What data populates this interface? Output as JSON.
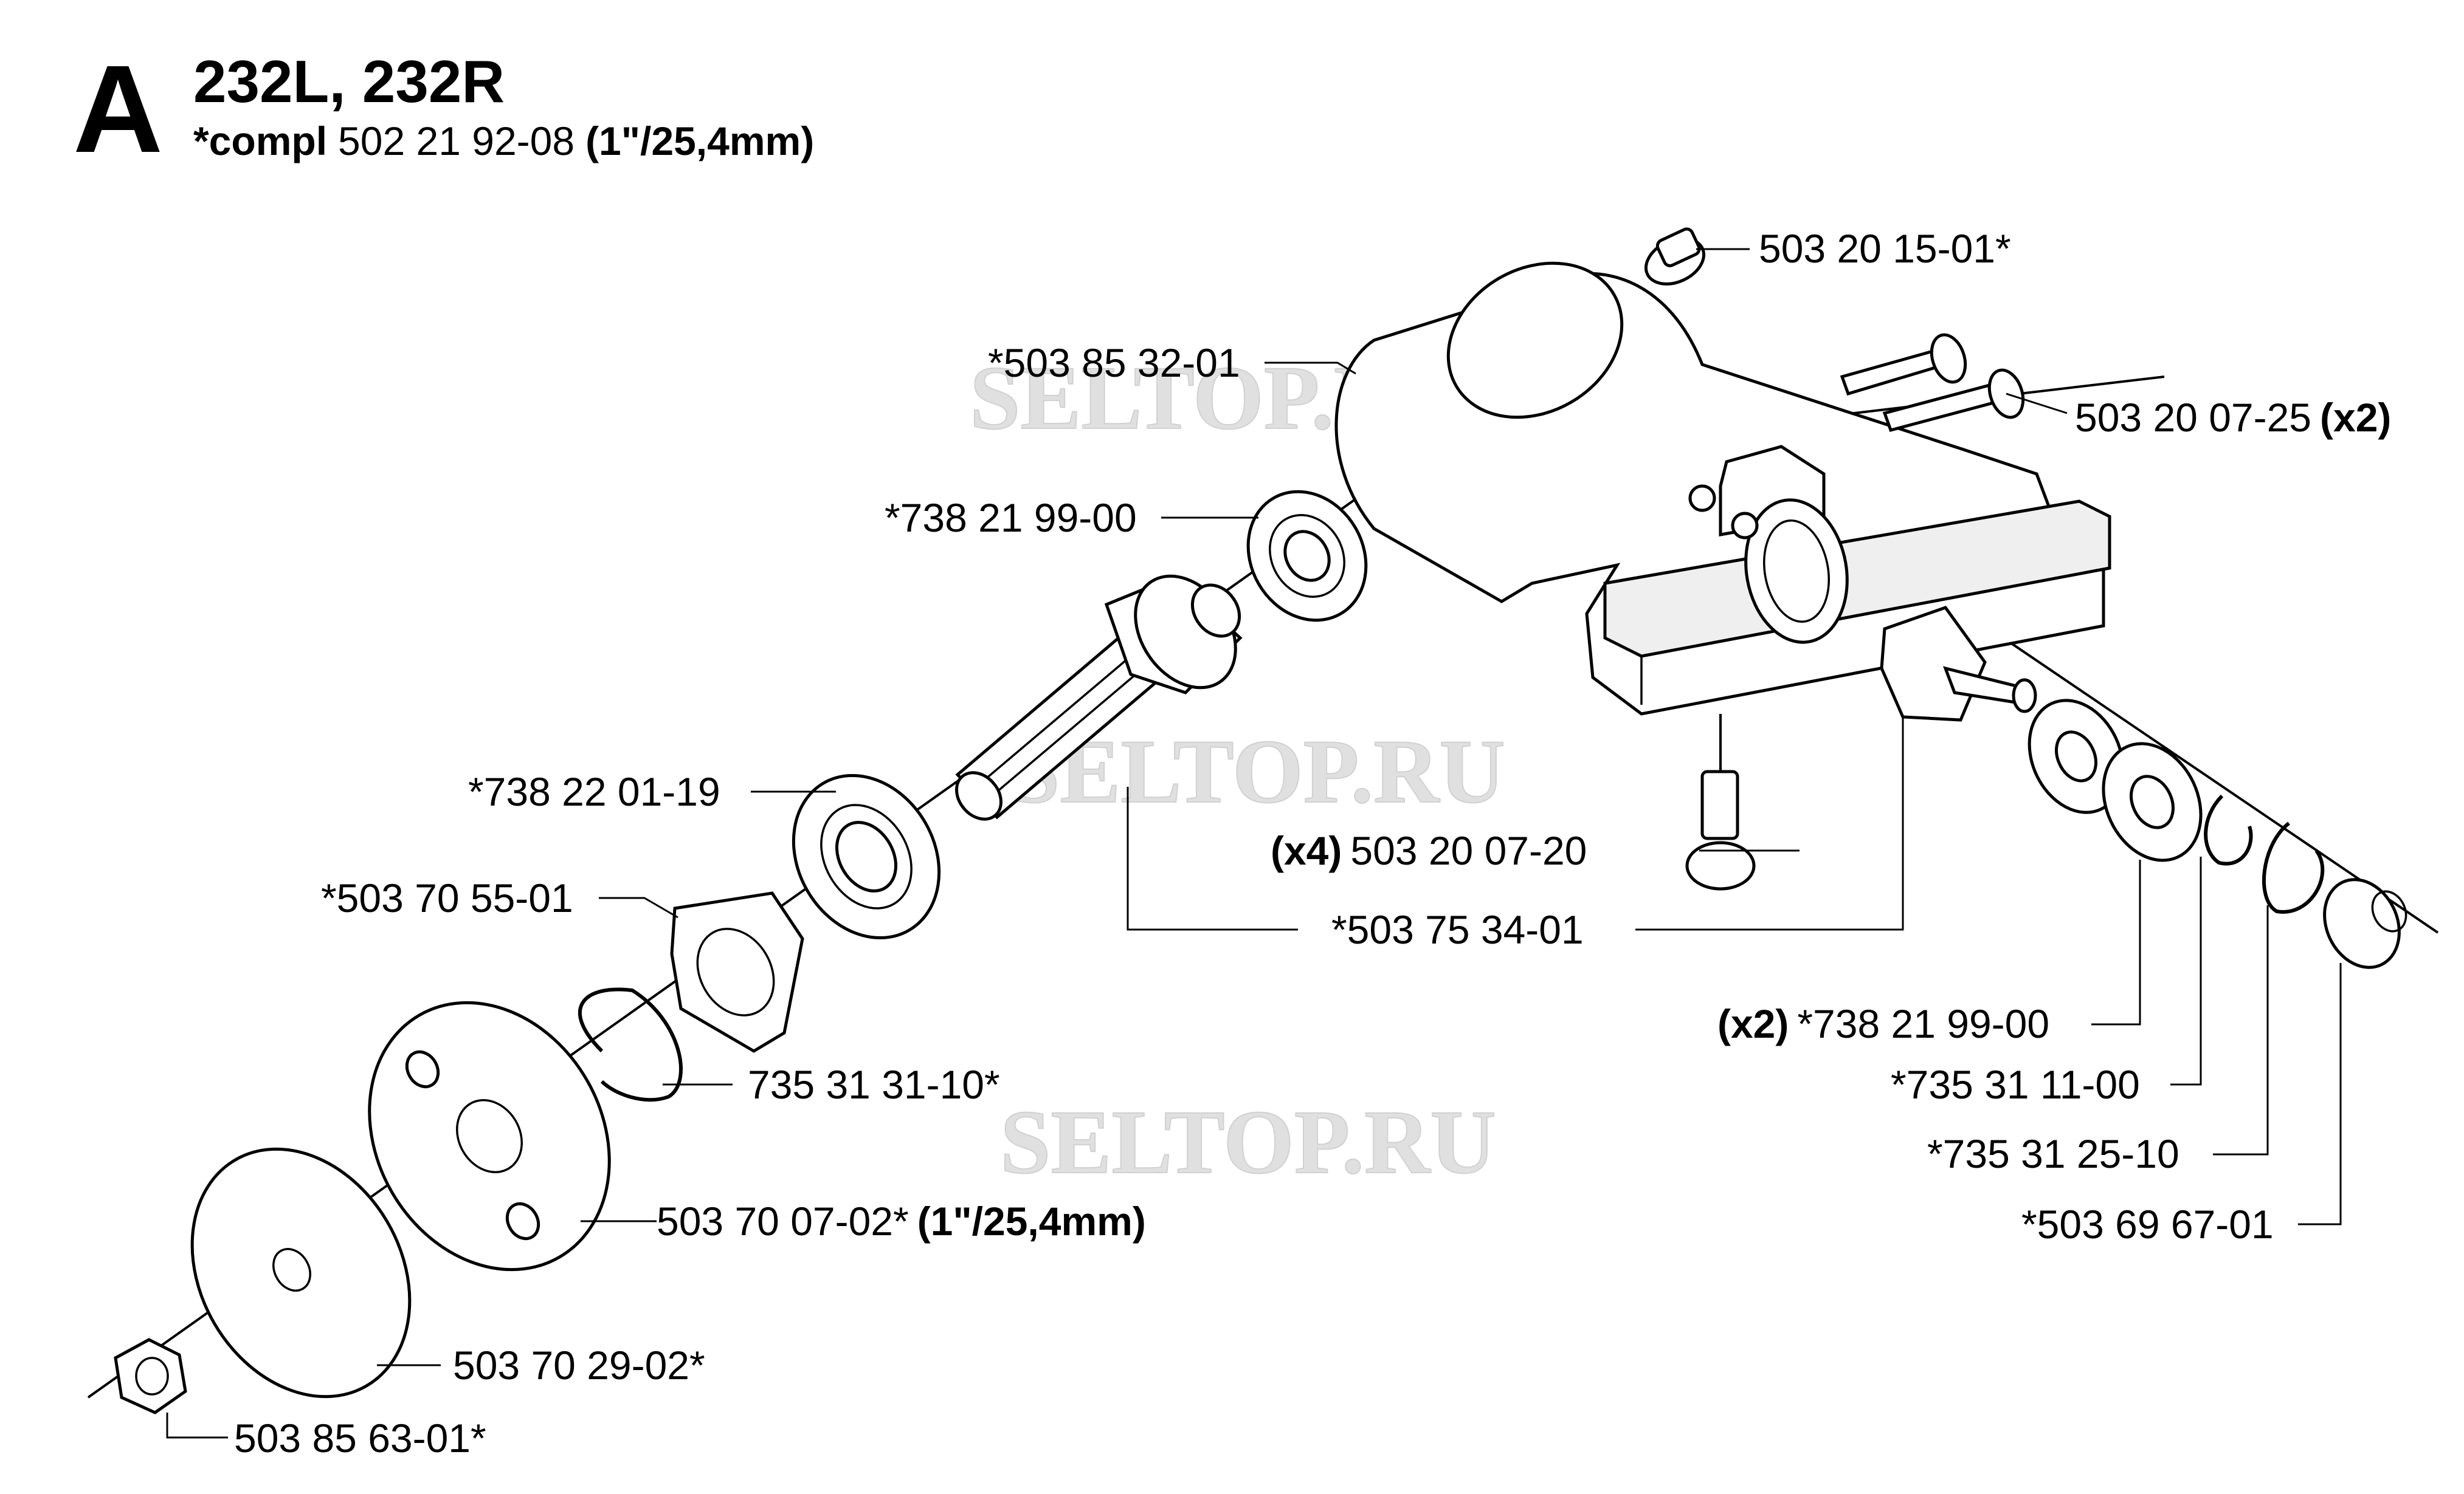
{
  "header": {
    "section_letter": "A",
    "models": "232L, 232R",
    "compl_prefix": "*compl",
    "compl_number": "502 21 92-08",
    "compl_size": "(1\"/25,4mm)"
  },
  "watermark": "SELTOP.RU",
  "parts": {
    "p01": {
      "text": "503 20 15-01*"
    },
    "p02": {
      "text": "*503 85 32-01"
    },
    "p03": {
      "text": "503 20 07-25",
      "qty": "(x2)"
    },
    "p04": {
      "text": "*738 21 99-00"
    },
    "p05": {
      "text": "*738 22 01-19"
    },
    "p06": {
      "qty": "(x4)",
      "text": "503 20 07-20"
    },
    "p07": {
      "text": "*503 70 55-01"
    },
    "p08": {
      "text": "*503 75 34-01"
    },
    "p09": {
      "qty": "(x2)",
      "text": "*738 21 99-00"
    },
    "p10": {
      "text": "735 31 31-10*"
    },
    "p11": {
      "text": "*735 31 11-00"
    },
    "p12": {
      "text": "*735 31 25-10"
    },
    "p13": {
      "text": "503 70 07-02*",
      "note": "(1\"/25,4mm)"
    },
    "p14": {
      "text": "*503 69 67-01"
    },
    "p15": {
      "text": "503 70 29-02*"
    },
    "p16": {
      "text": "503 85 63-01*"
    }
  }
}
